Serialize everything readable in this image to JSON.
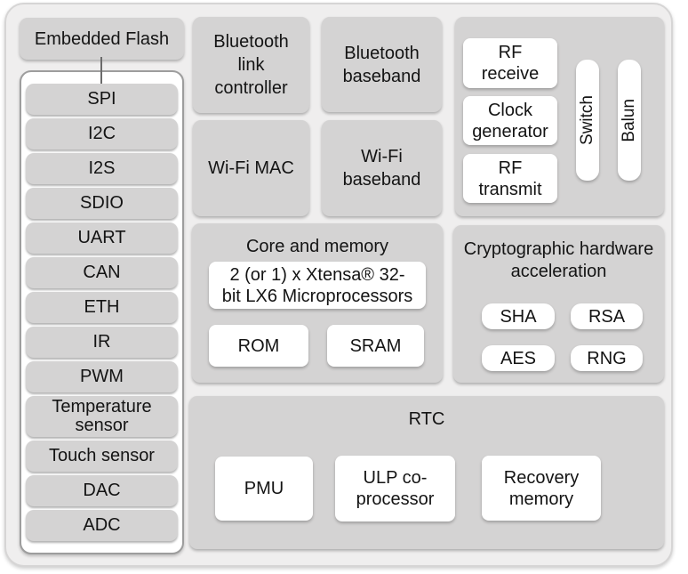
{
  "colors": {
    "panel_bg": "#efeeee",
    "block_gray": "#d4d3d3",
    "white_block": "#ffffff",
    "peripheral_container_border": "#9d9d9d",
    "text": "#141414",
    "connector_line": "#6b6b6b"
  },
  "flash": {
    "label": "Embedded Flash"
  },
  "peripherals": [
    "SPI",
    "I2C",
    "I2S",
    "SDIO",
    "UART",
    "CAN",
    "ETH",
    "IR",
    "PWM",
    "Temperature sensor",
    "Touch sensor",
    "DAC",
    "ADC"
  ],
  "radio": {
    "bt_link": "Bluetooth link controller",
    "bt_baseband": "Bluetooth baseband",
    "wifi_mac": "Wi-Fi MAC",
    "wifi_baseband": "Wi-Fi baseband"
  },
  "rf": {
    "receive": "RF receive",
    "clock": "Clock generator",
    "transmit": "RF transmit",
    "switch": "Switch",
    "balun": "Balun"
  },
  "core": {
    "title": "Core and memory",
    "cpu": "2 (or 1) x Xtensa® 32-\nbit LX6 Microprocessors",
    "rom": "ROM",
    "sram": "SRAM"
  },
  "crypto": {
    "title": "Cryptographic hardware acceleration",
    "blocks": [
      "SHA",
      "RSA",
      "AES",
      "RNG"
    ]
  },
  "rtc": {
    "title": "RTC",
    "pmu": "PMU",
    "ulp": "ULP co-processor",
    "recovery": "Recovery memory"
  }
}
